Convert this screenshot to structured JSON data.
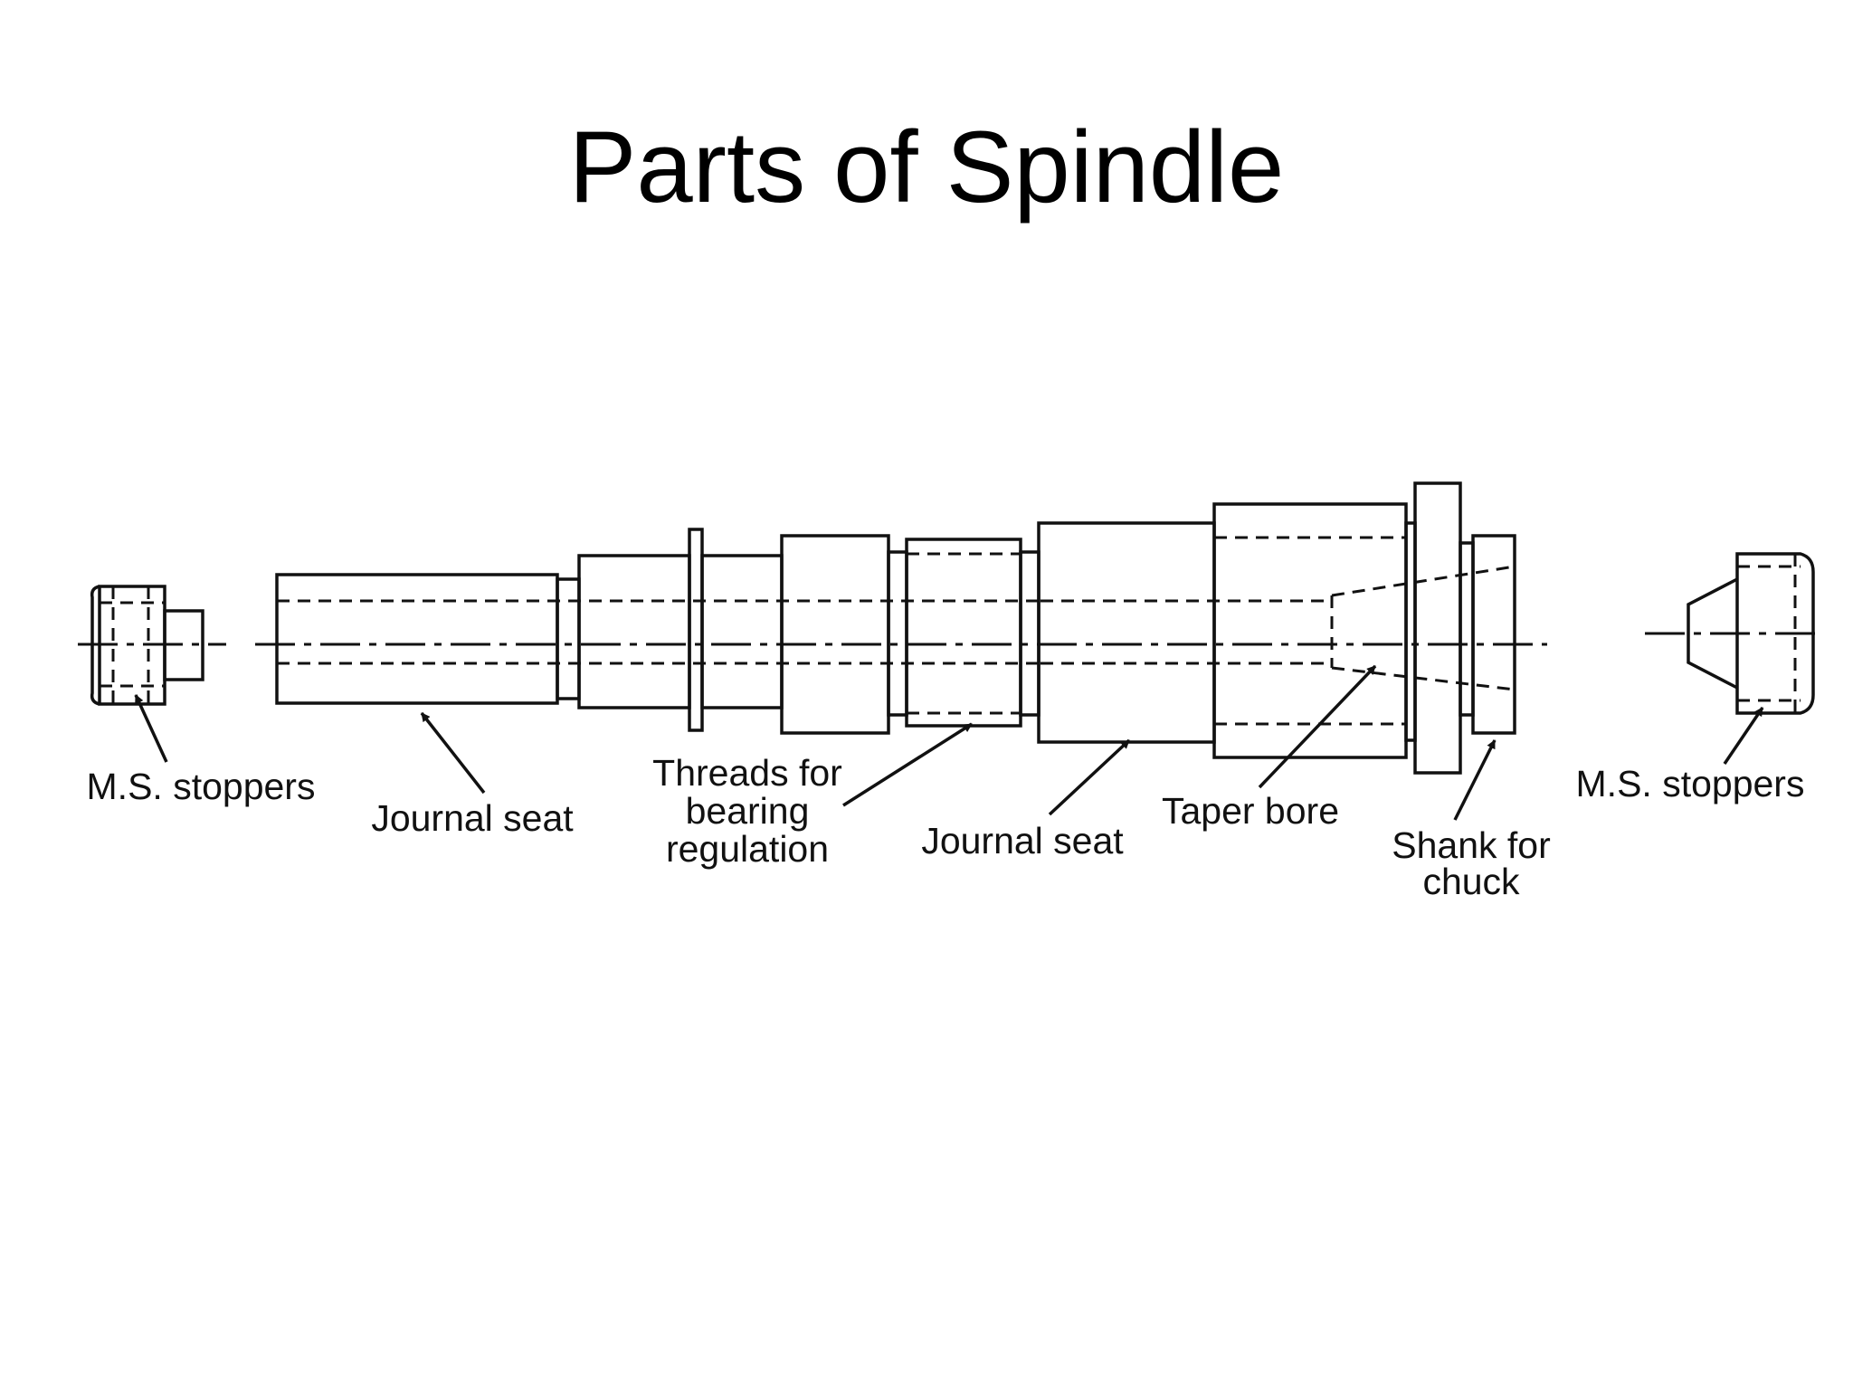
{
  "title": "Parts of Spindle",
  "labels": {
    "ms_stoppers_left": "M.S. stoppers",
    "journal_seat_1": "Journal seat",
    "threads_line1": "Threads for",
    "threads_line2": "bearing",
    "threads_line3": "regulation",
    "journal_seat_2": "Journal seat",
    "taper_bore": "Taper bore",
    "shank_line1": "Shank for",
    "shank_line2": "chuck",
    "ms_stoppers_right": "M.S. stoppers"
  }
}
